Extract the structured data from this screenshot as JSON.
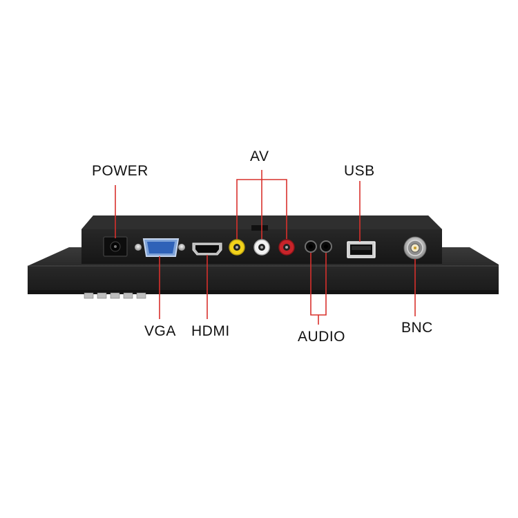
{
  "labels": {
    "power": "POWER",
    "av": "AV",
    "usb": "USB",
    "vga": "VGA",
    "hdmi": "HDMI",
    "audio": "AUDIO",
    "bnc": "BNC"
  },
  "colors": {
    "background": "#ffffff",
    "callout_line": "#d9302c",
    "monitor_body": "#2a2a2a",
    "port_panel": "#1e1e1e",
    "label_text": "#111111",
    "av_yellow": "#f2d21b",
    "av_white": "#f2f2f2",
    "av_red": "#c8242a",
    "connector_blue": "#2f62b8"
  },
  "icons": {
    "power": "dc-power-jack-icon",
    "vga": "vga-port-icon",
    "hdmi": "hdmi-port-icon",
    "av": "rca-jacks-icon",
    "audio": "audio-jacks-icon",
    "usb": "usb-port-icon",
    "bnc": "bnc-connector-icon"
  }
}
